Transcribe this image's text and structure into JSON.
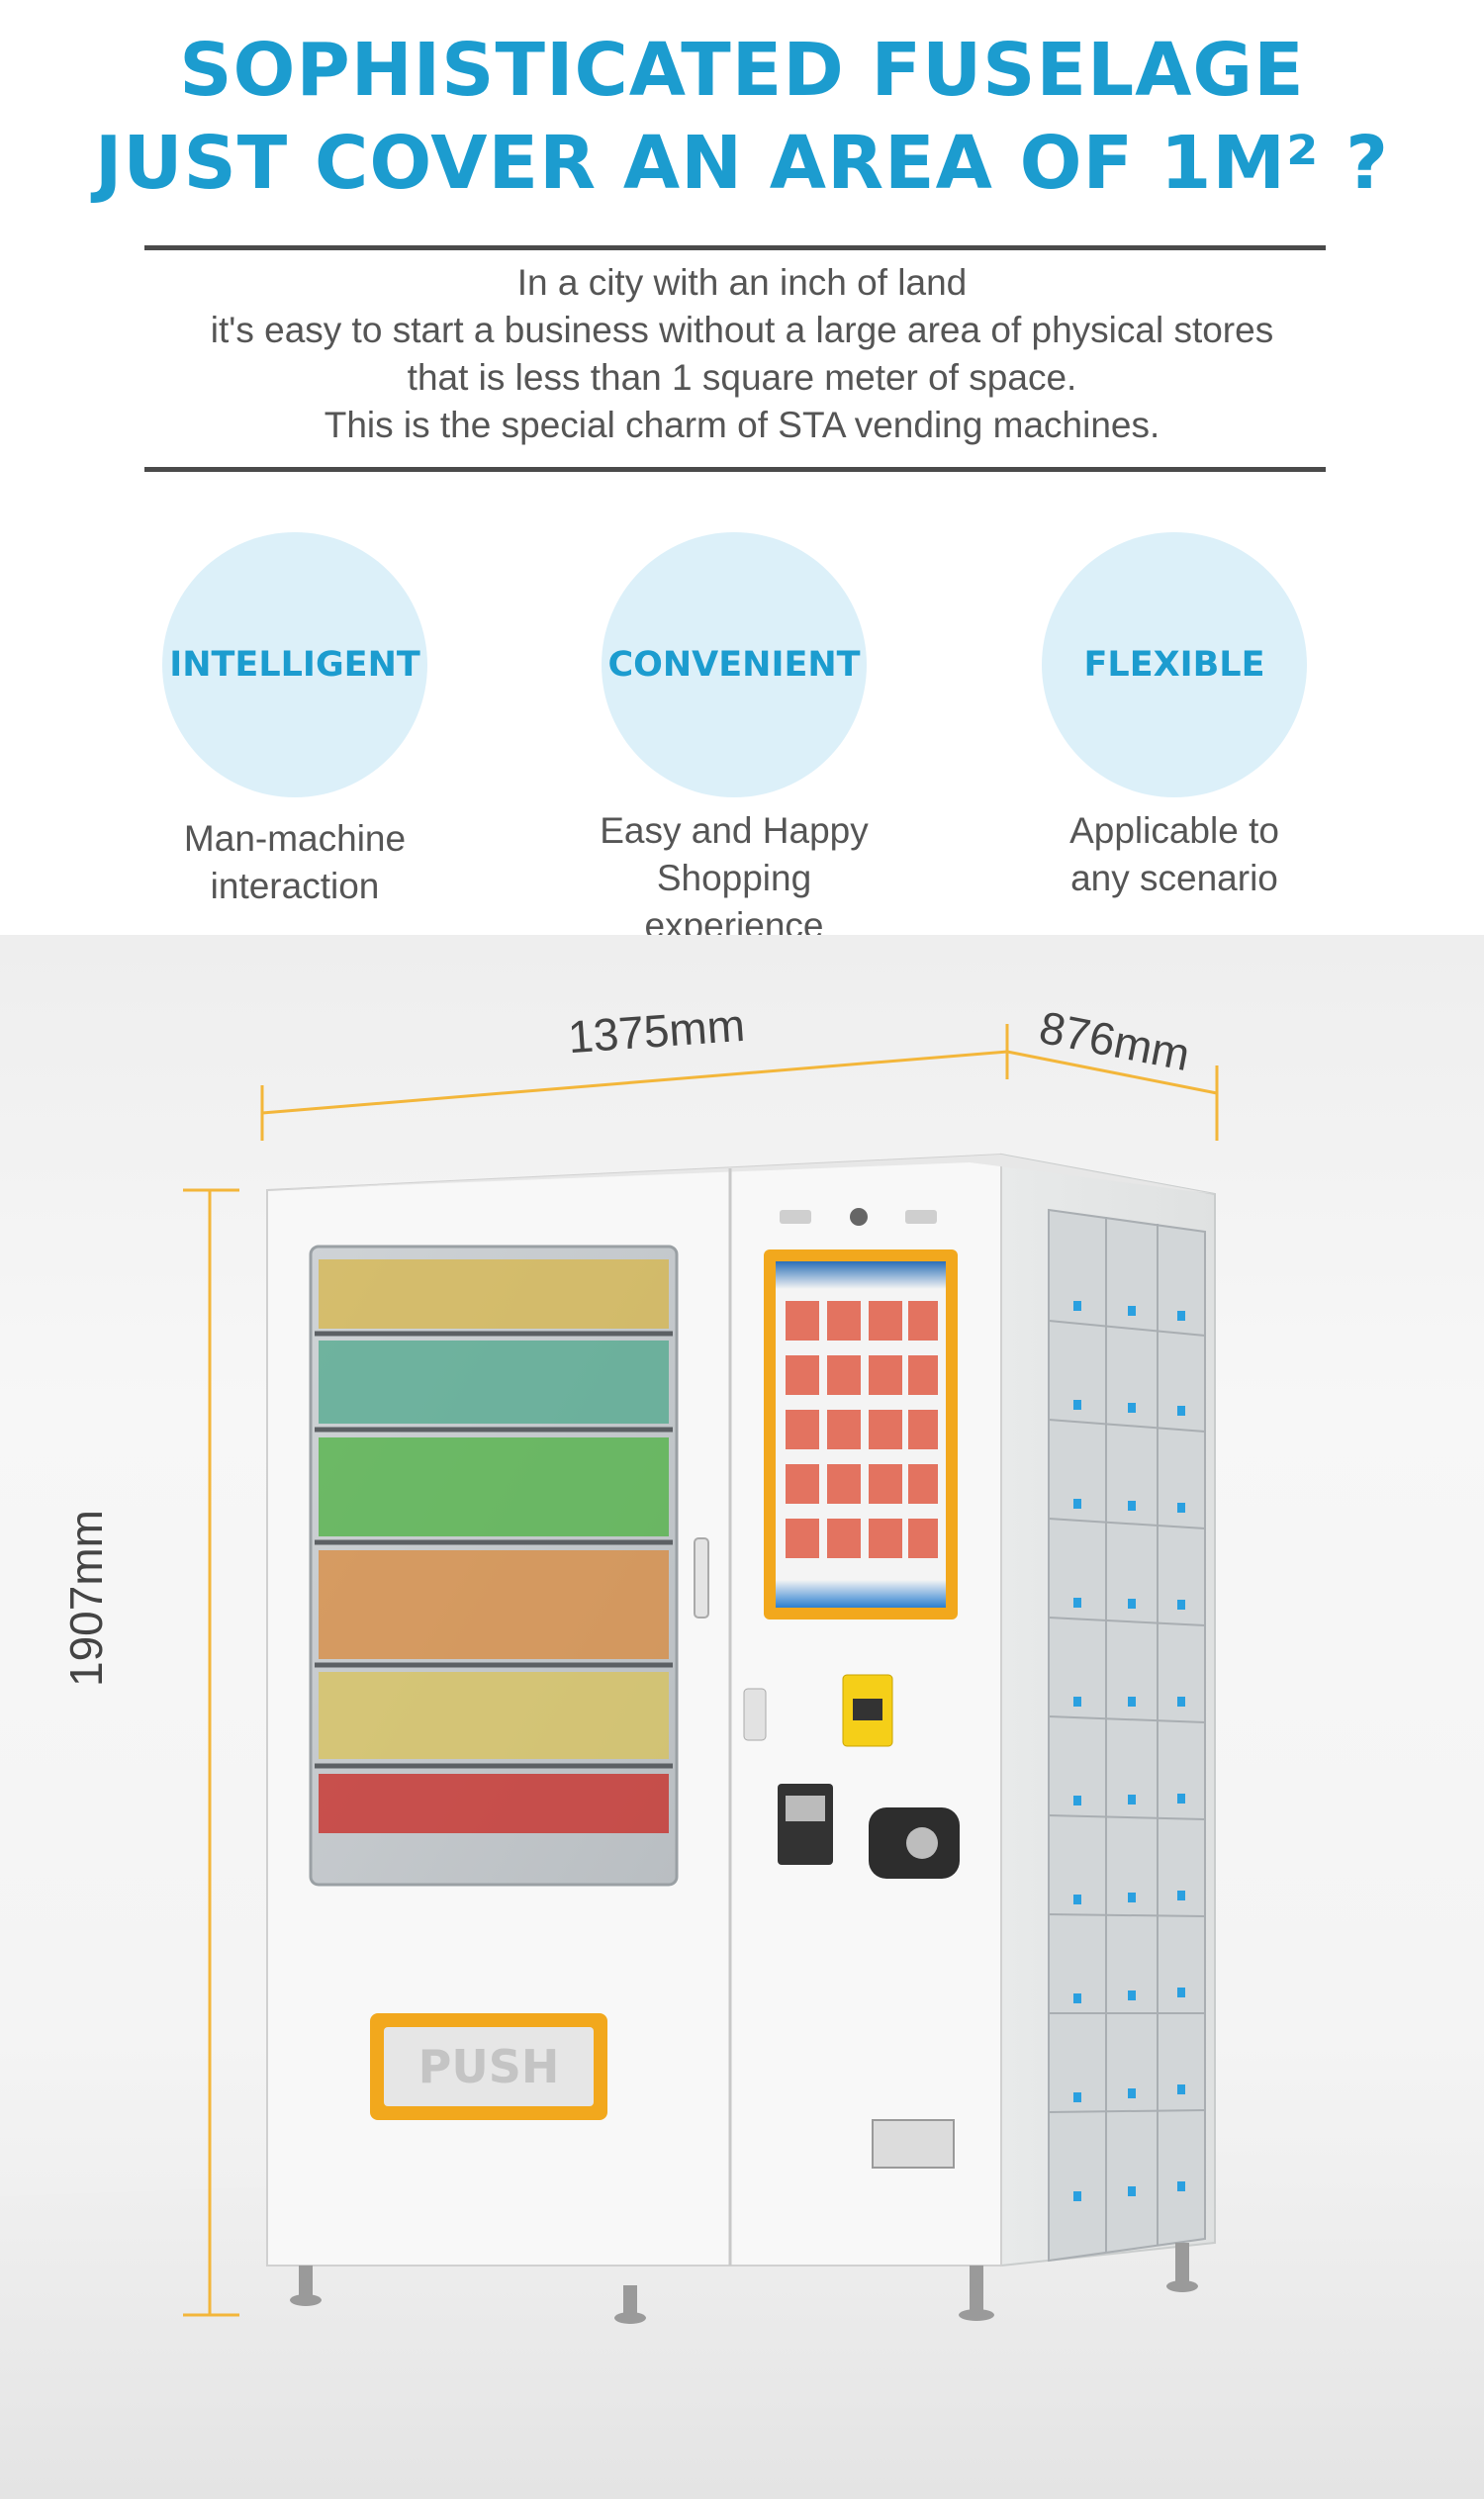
{
  "headline": {
    "line1": "SOPHISTICATED FUSELAGE",
    "line2": "JUST COVER AN AREA OF 1M² ?"
  },
  "intro": [
    "In a city with an inch of land",
    "it's easy to start a business without a large area of physical stores",
    "that is less than 1 square meter of space.",
    "This is the special charm of STA vending machines."
  ],
  "features": [
    {
      "title": "INTELLIGENT",
      "desc1": "Man-machine",
      "desc2": "interaction"
    },
    {
      "title": "CONVENIENT",
      "desc1": "Easy and Happy",
      "desc2": "Shopping experience"
    },
    {
      "title": "FLEXIBLE",
      "desc1": "Applicable to",
      "desc2": "any scenario"
    }
  ],
  "dimensions": {
    "width": "1375mm",
    "depth": "876mm",
    "height": "1907mm"
  },
  "machine": {
    "push_label": "PUSH"
  },
  "colors": {
    "accent_blue": "#1c9ccf",
    "circle_bg": "#dcf0f9",
    "dimension_orange": "#f3b63a",
    "frame_orange": "#f2a81d"
  }
}
